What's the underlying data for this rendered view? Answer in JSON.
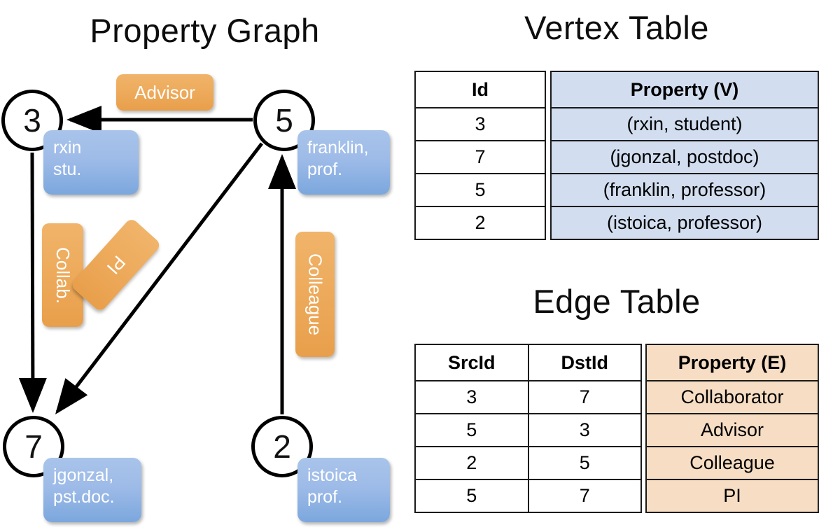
{
  "titles": {
    "property_graph": "Property Graph",
    "vertex_table": "Vertex Table",
    "edge_table": "Edge Table"
  },
  "graph": {
    "nodes": [
      {
        "id": "3",
        "label": "3",
        "property_line1": "rxin",
        "property_line2": "stu."
      },
      {
        "id": "5",
        "label": "5",
        "property_line1": "franklin,",
        "property_line2": "prof."
      },
      {
        "id": "7",
        "label": "7",
        "property_line1": "jgonzal,",
        "property_line2": "pst.doc."
      },
      {
        "id": "2",
        "label": "2",
        "property_line1": "istoica",
        "property_line2": "prof."
      }
    ],
    "edge_labels": {
      "advisor": "Advisor",
      "collab": "Collab.",
      "pi": "PI",
      "colleague": "Colleague"
    },
    "edges": [
      {
        "from": "5",
        "to": "3",
        "label": "Advisor"
      },
      {
        "from": "3",
        "to": "7",
        "label": "Collab."
      },
      {
        "from": "5",
        "to": "7",
        "label": "PI"
      },
      {
        "from": "2",
        "to": "5",
        "label": "Colleague"
      }
    ]
  },
  "vertex_table": {
    "headers": [
      "Id",
      "Property (V)"
    ],
    "rows": [
      {
        "id": "3",
        "property": "(rxin, student)"
      },
      {
        "id": "7",
        "property": "(jgonzal, postdoc)"
      },
      {
        "id": "5",
        "property": "(franklin, professor)"
      },
      {
        "id": "2",
        "property": "(istoica, professor)"
      }
    ]
  },
  "edge_table": {
    "headers": [
      "SrcId",
      "DstId",
      "Property (E)"
    ],
    "rows": [
      {
        "src": "3",
        "dst": "7",
        "property": "Collaborator"
      },
      {
        "src": "5",
        "dst": "3",
        "property": "Advisor"
      },
      {
        "src": "2",
        "dst": "5",
        "property": "Colleague"
      },
      {
        "src": "5",
        "dst": "7",
        "property": "PI"
      }
    ]
  },
  "colors": {
    "vertex_cell": "#d2def0",
    "edge_cell": "#f6ddc3",
    "node_property_box": "#9ebbe8",
    "edge_label_box": "#eeac5e",
    "stroke": "#000000"
  }
}
